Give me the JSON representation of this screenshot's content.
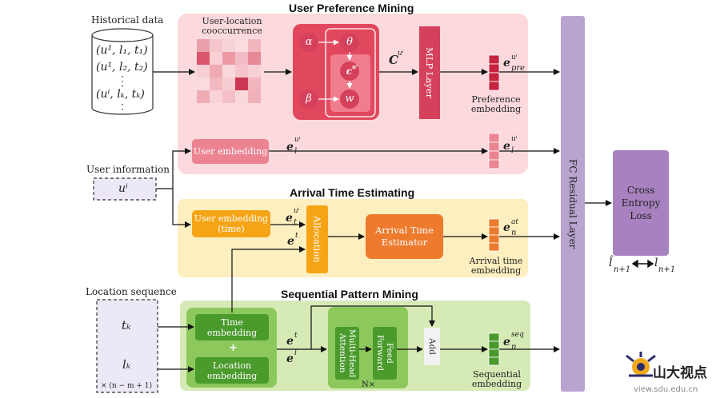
{
  "sections": {
    "user_pref": "User Preference Mining",
    "arrival": "Arrival Time Estimating",
    "sequential": "Sequential Pattern Mining"
  },
  "inputs": {
    "historical": "Historical data",
    "hist_rows": [
      "(u¹, l₁, t₁)",
      "(u¹, l₂, t₂)",
      "(uⁱ, lₖ, tₖ)"
    ],
    "user_info": "User information",
    "user_var": "uⁱ",
    "loc_seq": "Location sequence",
    "tk": "tₖ",
    "lk": "lₖ",
    "repeat": "× (n − m + 1)"
  },
  "pref": {
    "cooc": "User-location cooccurrence",
    "alpha": "α",
    "theta": "θ",
    "c": "c",
    "c_sup": "uⁱ",
    "beta": "β",
    "w": "w",
    "C": "C",
    "C_sup": "uⁱ",
    "mlp": "MLP Layer",
    "e_pre": "e",
    "e_pre_sup": "uⁱ",
    "e_pre_sub": "pre",
    "pref_emb": "Preference embedding",
    "user_emb": "User embedding",
    "e_l": "e",
    "e_l_sup": "uⁱ",
    "e_l_sub": "l"
  },
  "arrival": {
    "user_emb_time": "User embedding (time)",
    "e_t_u": "e",
    "e_t_u_sup": "uⁱ",
    "e_t_u_sub": "t",
    "e_t": "e",
    "e_t_sup": "t",
    "allocation": "Allocation",
    "estimator": "Arrival Time Estimator",
    "e_at": "e",
    "e_at_sub": "n",
    "e_at_sup": "at",
    "at_emb": "Arrival time embedding"
  },
  "sequential": {
    "time_emb": "Time embedding",
    "plus": "+",
    "loc_emb": "Location embedding",
    "et": "e",
    "et_sup": "t",
    "el": "e",
    "el_sup": "l",
    "mha": "Multi-Head Attention",
    "ff": "Feed Forward",
    "add": "Add",
    "nx": "N×",
    "e_seq": "e",
    "e_seq_sub": "n",
    "e_seq_sup": "seq",
    "seq_emb": "Sequential embedding"
  },
  "right": {
    "fc": "FC Residual Layer",
    "loss": "Cross Entropy Loss",
    "pred": "l̂",
    "pred_sub": "n+1",
    "target": "l",
    "target_sub": "n+1",
    "logo_text": "山大视点",
    "logo_url": "view.sdu.edu.cn"
  },
  "colors": {
    "pink_bg": "#fbd9dc",
    "yellow_bg": "#fdefbf",
    "green_bg": "#d6eab6",
    "fc": "#b9a4cf",
    "loss": "#a882c0",
    "mlp": "#d5405b",
    "orange": "#ee7a2d",
    "yellow_box": "#f5a416",
    "green_box": "#4a9a2c",
    "pink_box": "#ec8391"
  }
}
